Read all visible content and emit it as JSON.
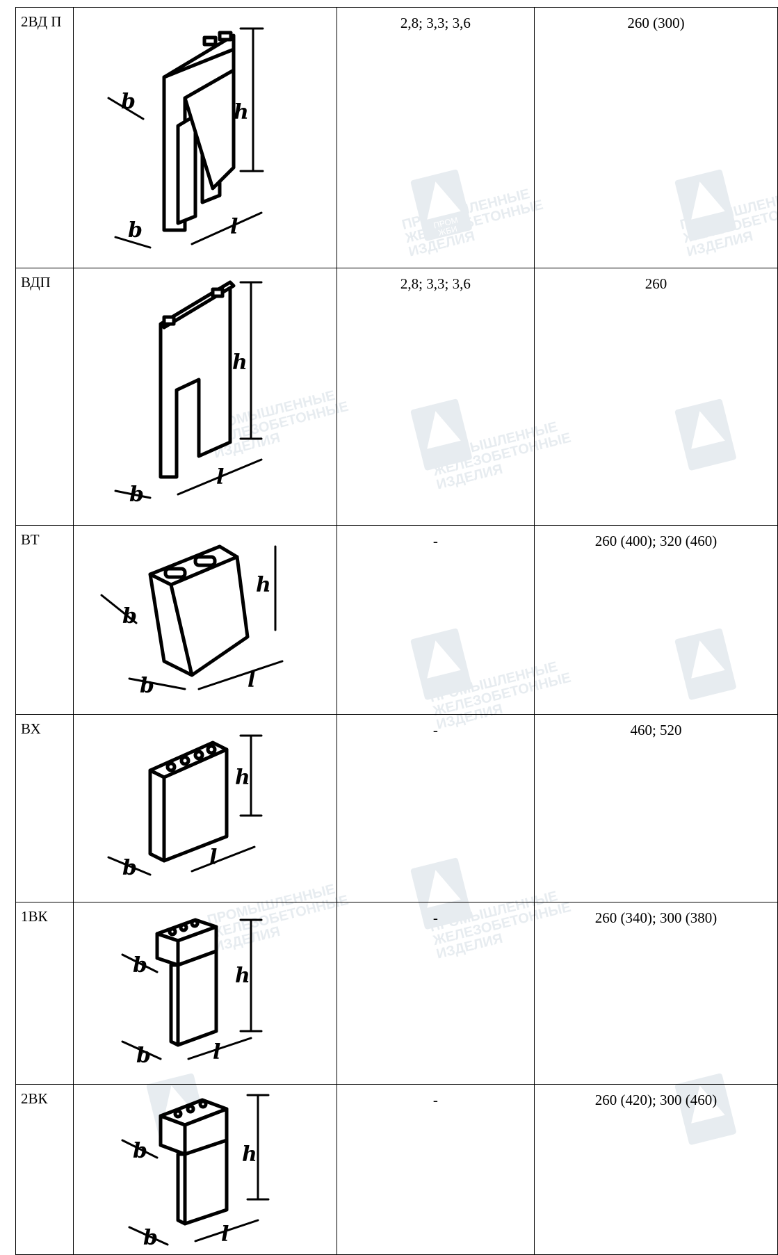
{
  "rows": [
    {
      "code": "2ВД П",
      "values_1": "2,8; 3,3; 3,6",
      "values_2": "260 (300)"
    },
    {
      "code": "ВДП",
      "values_1": "2,8; 3,3; 3,6",
      "values_2": "260"
    },
    {
      "code": "ВТ",
      "values_1": "-",
      "values_2": "260 (400); 320 (460)"
    },
    {
      "code": "ВХ",
      "values_1": "-",
      "values_2": "460; 520"
    },
    {
      "code": "1ВК",
      "values_1": "-",
      "values_2": "260 (340); 300 (380)"
    },
    {
      "code": "2ВК",
      "values_1": "-",
      "values_2": "260 (420); 300 (460)"
    }
  ],
  "dimension_letters": {
    "height": "h",
    "length": "l",
    "width": "b"
  },
  "watermark": {
    "line1": "ПРОМЫШЛЕННЫЕ",
    "line2": "ЖЕЛЕЗОБЕТОННЫЕ",
    "line3": "ИЗДЕЛИЯ",
    "logo_top": "ПРОМ",
    "logo_bottom": "ЖБИ",
    "color": "#e6ebef"
  }
}
